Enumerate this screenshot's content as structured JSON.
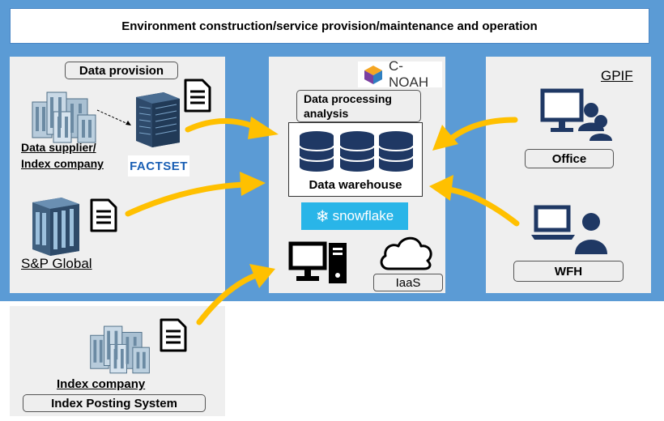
{
  "banner": {
    "title": "Environment construction/service provision/maintenance and operation"
  },
  "left": {
    "header": "Data provision",
    "supplier_label": "Data supplier/ Index company",
    "factset_logo": "FACTSET",
    "sp_label": "S&P Global"
  },
  "center": {
    "cnoah_logo": "C-NOAH",
    "processing_label": "Data processing analysis",
    "warehouse_label": "Data warehouse",
    "snowflake_logo": "snowflake",
    "iaas_label": "IaaS"
  },
  "right": {
    "gpif_label": "GPIF",
    "office_label": "Office",
    "wfh_label": "WFH"
  },
  "bottom": {
    "index_company_label": "Index company",
    "posting_system_label": "Index Posting System"
  },
  "colors": {
    "background_blue": "#5b9bd5",
    "panel_gray": "#efefef",
    "arrow_orange": "#ffc000",
    "icon_navy": "#1f3864",
    "snowflake_blue": "#29b5e8"
  },
  "icons": [
    "building-cluster-icon",
    "office-building-icon",
    "document-icon",
    "database-icon",
    "computer-tower-icon",
    "cloud-icon",
    "desktop-user-icon",
    "laptop-user-icon",
    "arrow-icon"
  ]
}
